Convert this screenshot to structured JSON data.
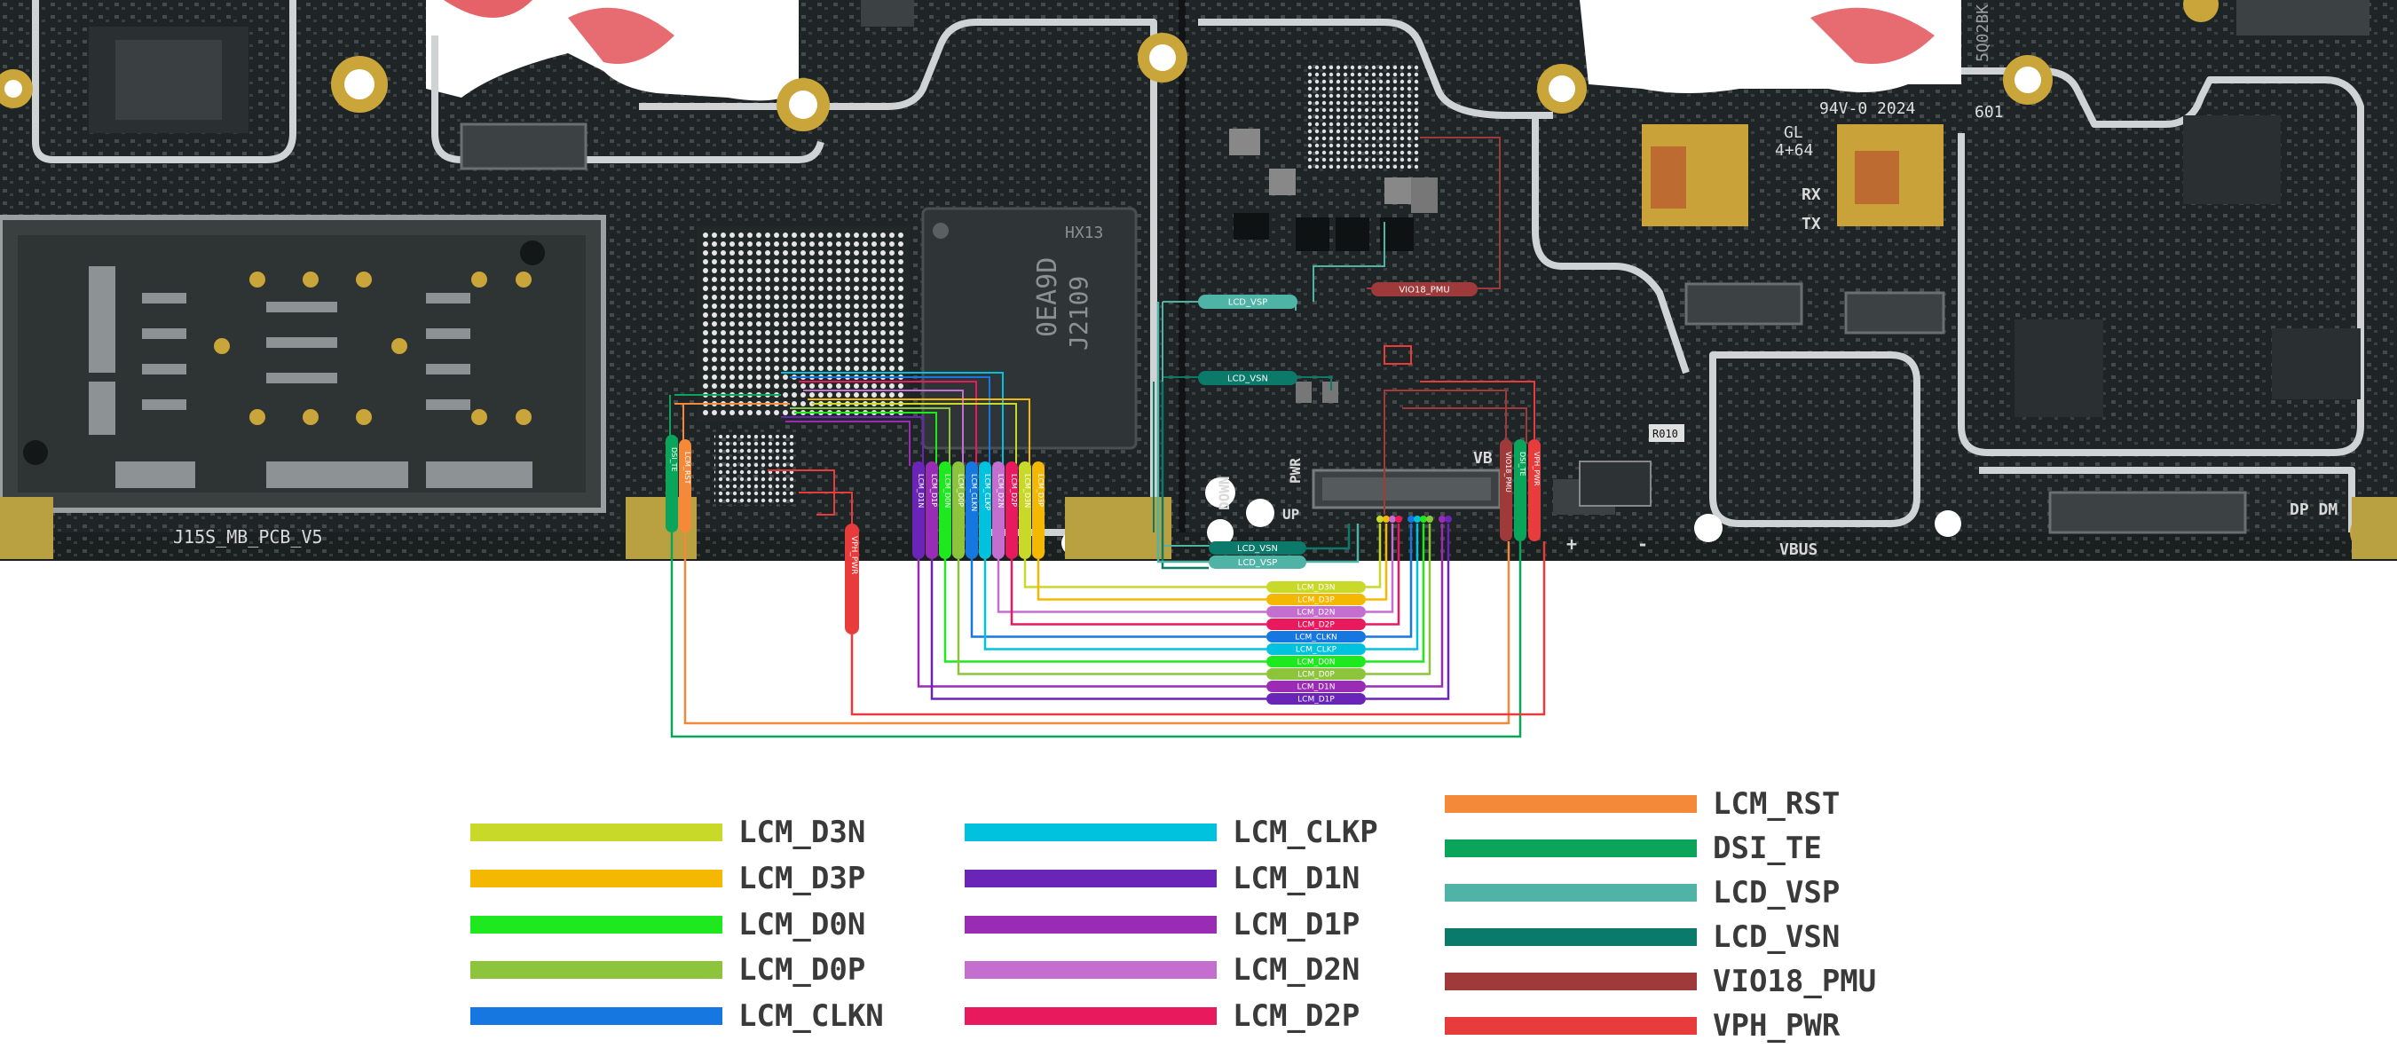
{
  "board": {
    "silkscreen": [
      "J15S_MB_PCB_V5",
      "GL",
      "4+64",
      "RX",
      "TX",
      "VB",
      "VBUS",
      "DOWN",
      "PWR",
      "UP",
      "DP DM",
      "+",
      "-",
      "R010",
      "HX13",
      "0EA9D",
      "J2109",
      "94V-0 2024",
      "601",
      "5Q02BK"
    ]
  },
  "tags": [
    {
      "text": "LCD_VSP",
      "color": "#4fb3a6"
    },
    {
      "text": "LCD_VSN",
      "color": "#0b7a6b"
    },
    {
      "text": "VIO18_PMU",
      "color": "#9e3a3a"
    },
    {
      "text": "LCD_VSN",
      "color": "#0b7a6b"
    },
    {
      "text": "LCD_VSP",
      "color": "#4fb3a6"
    },
    {
      "text": "VPH_PWR",
      "color": "#e83b3b"
    }
  ],
  "connector_tags": [
    {
      "text": "LCM_D3N",
      "color": "#c9d92a"
    },
    {
      "text": "LCM_D3P",
      "color": "#f5b800"
    },
    {
      "text": "LCM_D2N",
      "color": "#c46fd0"
    },
    {
      "text": "LCM_D2P",
      "color": "#e8195c"
    },
    {
      "text": "LCM_CLKN",
      "color": "#1677e0"
    },
    {
      "text": "LCM_CLKP",
      "color": "#00c2de"
    },
    {
      "text": "LCM_D0N",
      "color": "#1ee81e"
    },
    {
      "text": "LCM_D0P",
      "color": "#8cc43c"
    },
    {
      "text": "LCM_D1N",
      "color": "#9a2bb5"
    },
    {
      "text": "LCM_D1P",
      "color": "#6a24b8"
    }
  ],
  "cpu_tags": [
    "DSI_TE",
    "LCM_RST",
    "LCM_D1N",
    "LCM_D1P",
    "LCM_D0N",
    "LCM_D0P",
    "LCM_CLKN",
    "LCM_CLKP",
    "LCM_D2N",
    "LCM_D2P",
    "LCM_D3N",
    "LCM_D3P"
  ],
  "conn_side_tags": [
    "VIO18_PMU",
    "DSI_TE",
    "VPH_PWR"
  ],
  "legend": [
    {
      "label": "LCM_D3N",
      "color": "#c9d92a"
    },
    {
      "label": "LCM_D3P",
      "color": "#f5b800"
    },
    {
      "label": "LCM_D0N",
      "color": "#1ee81e"
    },
    {
      "label": "LCM_D0P",
      "color": "#8cc43c"
    },
    {
      "label": "LCM_CLKN",
      "color": "#1677e0"
    },
    {
      "label": "LCM_CLKP",
      "color": "#00c2de"
    },
    {
      "label": "LCM_D1N",
      "color": "#6a24b8"
    },
    {
      "label": "LCM_D1P",
      "color": "#9a2bb5"
    },
    {
      "label": "LCM_D2N",
      "color": "#c46fd0"
    },
    {
      "label": "LCM_D2P",
      "color": "#e8195c"
    },
    {
      "label": "LCM_RST",
      "color": "#f5893a"
    },
    {
      "label": "DSI_TE",
      "color": "#0aa55a"
    },
    {
      "label": "LCD_VSP",
      "color": "#4fb3a6"
    },
    {
      "label": "LCD_VSN",
      "color": "#0b7a6b"
    },
    {
      "label": "VIO18_PMU",
      "color": "#9e3a3a"
    },
    {
      "label": "VPH_PWR",
      "color": "#e83b3b"
    }
  ],
  "colors": {
    "pcb": "#1f2526",
    "pcb_dark": "#161a1b",
    "pcb_edge": "#c9c9c9",
    "gold": "#c9a53a",
    "watermark": "#d8232a"
  }
}
